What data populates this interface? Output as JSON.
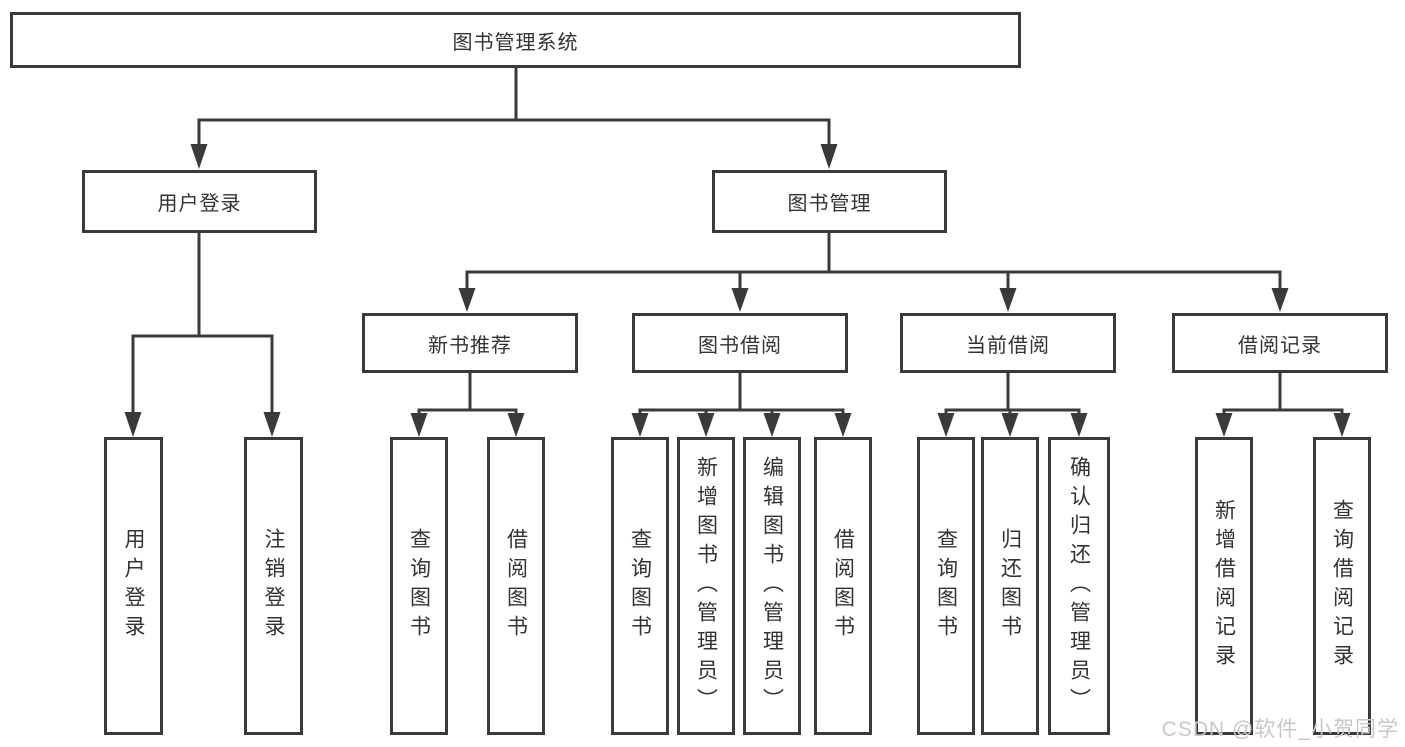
{
  "nodes": {
    "root": "图书管理系统",
    "level2": [
      "用户登录",
      "图书管理"
    ],
    "level3": [
      "新书推荐",
      "图书借阅",
      "当前借阅",
      "借阅记录"
    ],
    "leaves": [
      "用户登录",
      "注销登录",
      "查询图书",
      "借阅图书",
      "查询图书",
      "新增图书（管理员）",
      "编辑图书（管理员）",
      "借阅图书",
      "查询图书",
      "归还图书",
      "确认归还（管理员）",
      "新增借阅记录",
      "查询借阅记录"
    ]
  },
  "watermark": "CSDN @软件_小贺同学",
  "colors": {
    "line": "#3a3a3a",
    "text": "#333333",
    "watermark": "#c8c8c8",
    "background": "#ffffff"
  }
}
